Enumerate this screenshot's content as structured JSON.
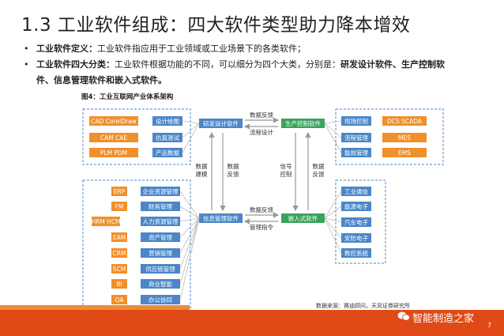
{
  "title": "1.3 工业软件组成：四大软件类型助力降本增效",
  "bullets": [
    {
      "label": "工业软件定义：",
      "text": "工业软件指应用于工业领域或工业场景下的各类软件；"
    },
    {
      "label": "工业软件四大分类：",
      "text": "工业软件根据功能的不同，可以细分为四个大类，分别是：",
      "bold_tail_1": "研发设计软件、生产控制软",
      "bold_tail_2": "件、信息管理软件和嵌入式软件。"
    }
  ],
  "figure_caption": "图4：工业互联网产业体系架构",
  "diagram": {
    "top_left_tools": [
      "CAD CorelDraw",
      "CAM  CAE",
      "PLM  PDM"
    ],
    "top_left_funcs": [
      "设计绘图",
      "仿真测试",
      "产品数据"
    ],
    "center_top_left": "研发设计软件",
    "center_top_right": "生产控制软件",
    "top_right_funcs": [
      "现场控制",
      "流程管理",
      "能效管理"
    ],
    "top_right_tools": [
      "DCS  SCADA",
      "MES",
      "EMS"
    ],
    "bottom_left_tools": [
      "ERP",
      "FM",
      "HRM  HCM",
      "EAM",
      "CRM",
      "SCM",
      "BI",
      "OA"
    ],
    "bottom_left_funcs": [
      "企业资源管理",
      "财务管理",
      "人力资源管理",
      "资产管理",
      "营销管理",
      "供应链管理",
      "商业智能",
      "办公协同"
    ],
    "center_bottom_left": "信息管理软件",
    "center_bottom_right": "嵌入式软件",
    "bottom_right_funcs": [
      "工业通信",
      "能源电子",
      "汽车电子",
      "安防电子",
      "数控系统"
    ],
    "arrow_labels": {
      "top_upper": "数据反馈",
      "top_lower": "流程设计",
      "bottom_upper": "数据反馈",
      "bottom_lower": "管理指令",
      "left_a": "数据\n建模",
      "left_b": "数据\n反馈",
      "right_a": "信号\n控制",
      "right_b": "数据\n反馈"
    }
  },
  "source": "数据来源：赛迪顾问，天风证券研究所",
  "watermark": "智能制造之家",
  "page_number": "7",
  "colors": {
    "blue": "#4a86c8",
    "orange": "#f0902a",
    "green": "#3aa35a",
    "footer": "#e04a16"
  }
}
